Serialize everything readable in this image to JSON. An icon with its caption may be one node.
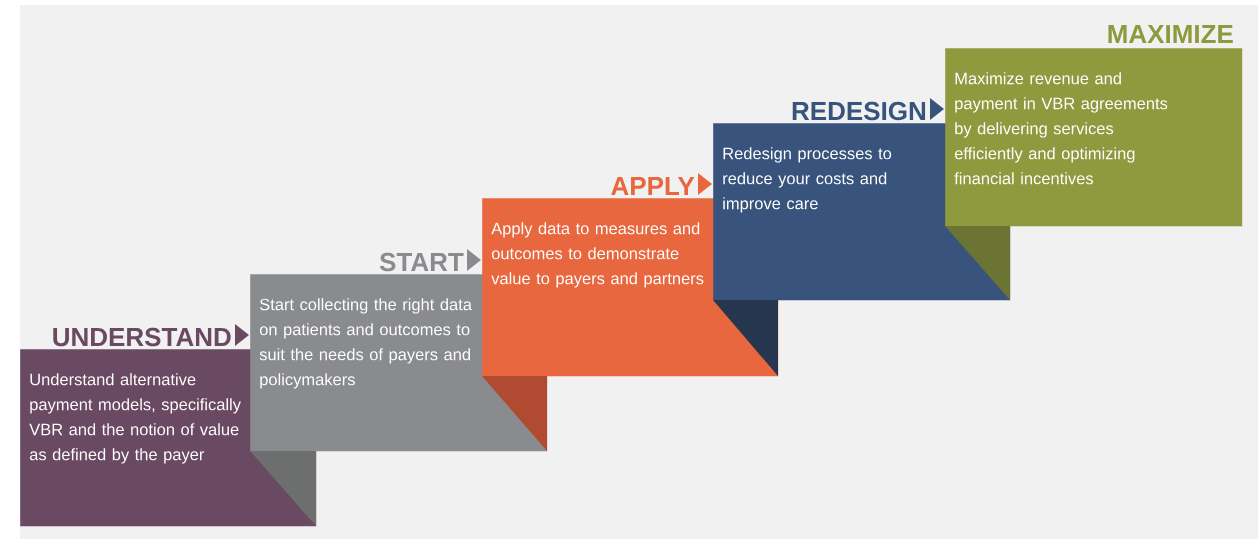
{
  "diagram": {
    "nodes": [
      {
        "text": [
          "UNDERSTAND",
          "Understand alternative payment models, specifically VBR and the notion of value as defined by the payer"
        ]
      },
      {
        "text": [
          "START",
          "Start collecting the right data on patients and outcomes to suit the needs of payers and policymakers"
        ]
      },
      {
        "text": [
          "APPLY",
          "Apply data to measures and outcomes to demonstrate value to payers and partners"
        ]
      },
      {
        "text": [
          "REDESIGN",
          "Redesign processes to reduce your costs and improve care"
        ]
      },
      {
        "text": [
          "MAXIMIZE",
          "Maximize revenue and payment in VBR agreements by delivering services efficiently and optimizing financial incentives"
        ]
      }
    ],
    "edges": [
      {
        "from": 0,
        "to": 1,
        "arrow": "to"
      },
      {
        "from": 1,
        "to": 2,
        "arrow": "to"
      },
      {
        "from": 2,
        "to": 3,
        "arrow": "to"
      },
      {
        "from": 3,
        "to": 4,
        "arrow": "to"
      }
    ]
  }
}
